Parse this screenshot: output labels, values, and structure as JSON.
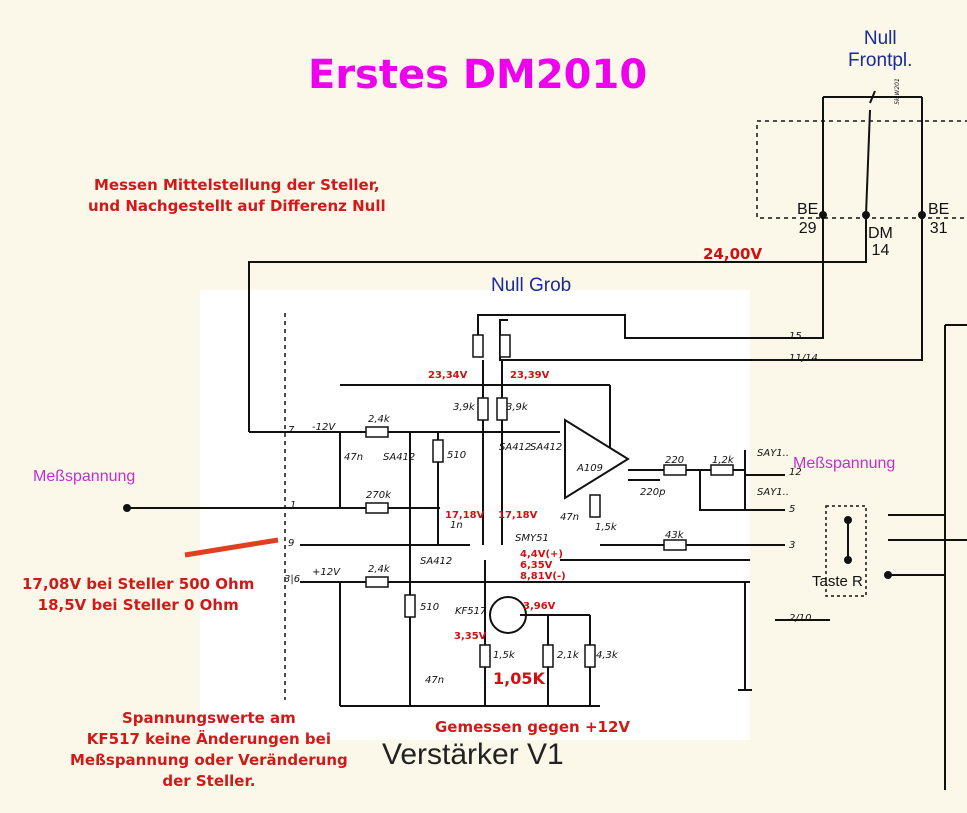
{
  "title": "Erstes DM2010",
  "front_panel": {
    "line1": "Null",
    "line2": "Frontpl."
  },
  "connectors": {
    "be29": {
      "top": "BE",
      "bottom": "29"
    },
    "dm14": {
      "top": "DM",
      "bottom": "14"
    },
    "be31": {
      "top": "BE",
      "bottom": "31"
    }
  },
  "note_top": {
    "line1": "Messen Mittelstellung der Steller,",
    "line2": "und Nachgestellt auf Differenz  Null"
  },
  "supply_voltage": "24,00V",
  "null_grob": "Null Grob",
  "messspannung_left": "Meßspannung",
  "messspannung_right": "Meßspannung",
  "steller_note": {
    "line1": "17,08V bei Steller 500 Ohm",
    "line2": "18,5V bei Steller 0 Ohm"
  },
  "kf517_note": {
    "line1": "Spannungswerte am",
    "line2": "KF517 keine Änderungen bei",
    "line3": "Meßspannung oder Veränderung",
    "line4": "der Steller."
  },
  "measured_against": "Gemessen gegen +12V",
  "amp_label": "Verstärker V1",
  "taste": "Taste R",
  "measurements": {
    "pot_left": "23,34V",
    "pot_right": "23,39V",
    "gate_left": "17,18V",
    "gate_right": "17,18V",
    "smy_plus": "4,4V(+)",
    "smy_mid": "6,35V",
    "smy_minus": "8,81V(-)",
    "kf_collector": "3,96V",
    "kf_emitter": "3,35V",
    "resistor": "1,05K"
  },
  "components": {
    "r1": "2,4k",
    "r2": "510",
    "r3": "270k",
    "r4": "2,4k",
    "r5": "510",
    "r6": "3,9k",
    "r7": "3,9k",
    "r8": "220",
    "r9": "1,2k",
    "r10": "43k",
    "r11": "1,5k",
    "r12": "2,1k",
    "r13": "4,3k",
    "r14": "1,5k",
    "c1": "47n",
    "c2": "1n",
    "c3": "47n",
    "c4": "47n",
    "c5": "220p",
    "d1": "SA412",
    "d2": "SA412",
    "d3": "SA412",
    "d4": "SA412",
    "d5": "SAY1..",
    "d6": "SAY1..",
    "opamp": "A109",
    "fet": "SMY51",
    "transistor": "KF517",
    "supply_neg": "-12V",
    "supply_pos": "+12V",
    "pot_code": "5k W201"
  },
  "pins": {
    "p7": "7",
    "p1": "1",
    "p9": "9",
    "p36": "3|6",
    "p15": "15",
    "p1114": "11/14",
    "p12": "12",
    "p5": "5",
    "p3": "3",
    "p210": "2/10"
  }
}
